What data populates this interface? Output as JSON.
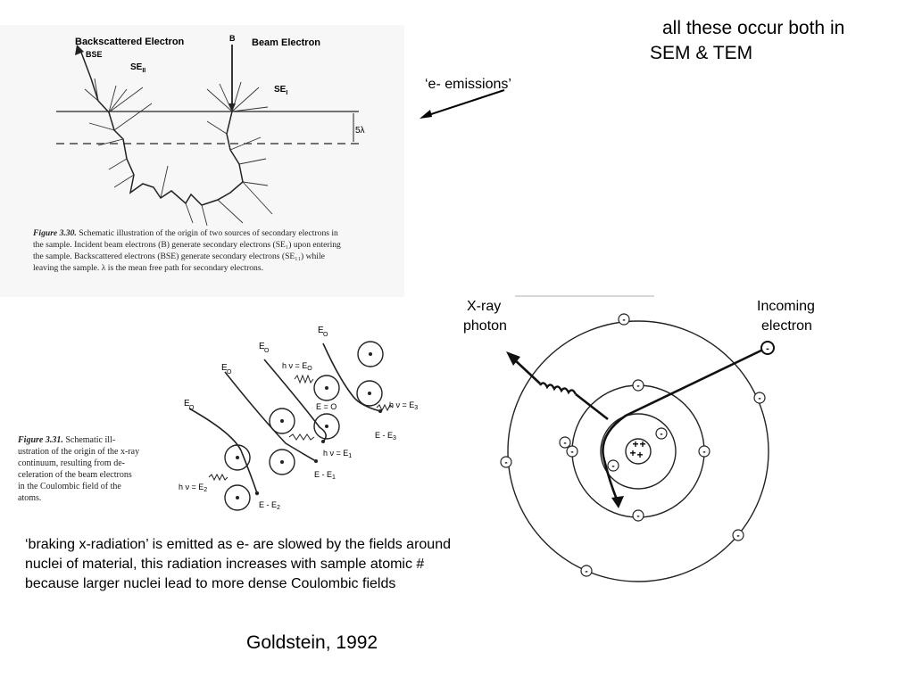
{
  "notes": {
    "top_line1": "all these occur both in",
    "top_line2": "SEM & TEM",
    "emissions": "‘e- emissions’",
    "braking": "‘braking x-radiation’ is emitted as e- are slowed by the fields around nuclei of material, this radiation increases with sample atomic # because larger nuclei lead to more dense Coulombic fields",
    "citation": "Goldstein, 1992"
  },
  "fig330": {
    "label_bse_title": "Backscattered Electron",
    "label_bse": "BSE",
    "label_se2": "SE",
    "label_se2_sub": "II",
    "label_b": "B",
    "label_beam": "Beam Electron",
    "label_se1": "SE",
    "label_se1_sub": "I",
    "label_depth": "5λ",
    "caption_title": "Figure 3.30.",
    "caption_lines": [
      "Schematic illustration of the origin of two sources of secondary electrons in",
      "the sample. Incident beam electrons (B) generate secondary electrons (SE₁) upon entering",
      "the sample. Backscattered electrons (BSE) generate secondary electrons (SE₁₁) while",
      "leaving the sample. λ is the mean free path for secondary electrons."
    ]
  },
  "fig331": {
    "label_e0": "E",
    "label_e0_sub": "O",
    "label_hv_e0": "h ν = E",
    "label_e_zero": "E = O",
    "label_hv_e3": "h ν = E",
    "label_e0_e3": "E - E",
    "label_hv_e1": "h ν = E",
    "label_e0_e1": "E - E",
    "label_hv_e2": "h ν = E",
    "label_e0_e2": "E - E",
    "sub_o": "O",
    "sub_1": "1",
    "sub_2": "2",
    "sub_3": "3",
    "caption_title": "Figure 3.31.",
    "caption_lines": [
      "Schematic ill-",
      "ustration of the origin of the x-ray",
      "continuum, resulting from de-",
      "celeration of the beam electrons",
      "in the Coulombic field of the",
      "atoms."
    ]
  },
  "atom": {
    "label_xray_1": "X-ray",
    "label_xray_2": "photon",
    "label_incoming_1": "Incoming",
    "label_incoming_2": "electron",
    "electron_glyph": "-",
    "nucleus_glyph": "+"
  }
}
